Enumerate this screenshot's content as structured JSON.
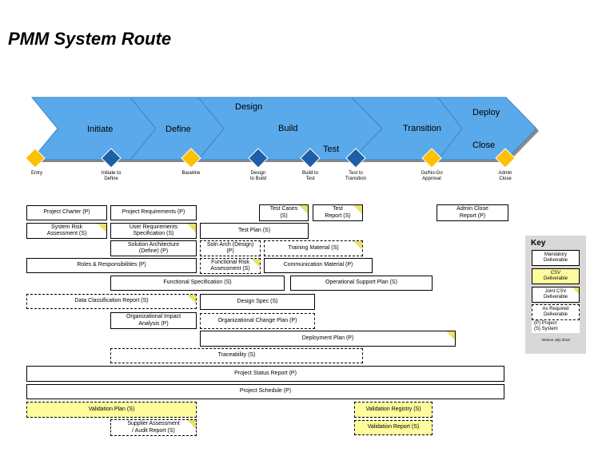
{
  "title": "PMM System Route",
  "phases": {
    "initiate": "Initiate",
    "define": "Define",
    "design": "Design",
    "build": "Build",
    "test": "Test",
    "transition": "Transition",
    "deploy": "Deploy",
    "close": "Close"
  },
  "milestones": [
    {
      "label": "Entry",
      "type": "mandatory"
    },
    {
      "label": "Initiate to\nDefine",
      "type": "system"
    },
    {
      "label": "Baseline",
      "type": "mandatory"
    },
    {
      "label": "Design\nto Build",
      "type": "system"
    },
    {
      "label": "Build to\nTest",
      "type": "system"
    },
    {
      "label": "Test to\nTransition",
      "type": "system"
    },
    {
      "label": "Go/No-Go\nApproval",
      "type": "mandatory"
    },
    {
      "label": "Admin\nClose",
      "type": "mandatory"
    }
  ],
  "deliverables": [
    {
      "label": "Project Charter (P)"
    },
    {
      "label": "Project Requirements (P)"
    },
    {
      "label": "Test Cases\n(S)"
    },
    {
      "label": "Test\nReport (S)"
    },
    {
      "label": "Admin Close\nReport (P)"
    },
    {
      "label": "System Risk\nAssessment (S)"
    },
    {
      "label": "User Requirements\nSpecification (S)"
    },
    {
      "label": "Test Plan (S)"
    },
    {
      "label": "Solution Architecture\n(Define) (P)"
    },
    {
      "label": "Soln Arch (Design)\n(P)"
    },
    {
      "label": "Training Material (S)"
    },
    {
      "label": "Roles & Responsibilities (P)"
    },
    {
      "label": "Functional Risk\nAssessment (S)"
    },
    {
      "label": "Communication Material (P)"
    },
    {
      "label": "Functional Specification (S)"
    },
    {
      "label": "Operational Support Plan (S)"
    },
    {
      "label": "Data Classification Report (S)"
    },
    {
      "label": "Design Spec (S)"
    },
    {
      "label": "Organizational Impact\nAnalysis (P)"
    },
    {
      "label": "Organizational Change Plan (P)"
    },
    {
      "label": "Deployment Plan (P)"
    },
    {
      "label": "Traceability (S)"
    },
    {
      "label": "Project Status Report (P)"
    },
    {
      "label": "Project Schedule (P)"
    },
    {
      "label": "Validation Plan (S)"
    },
    {
      "label": "Validation Registry (S)"
    },
    {
      "label": "Supplier Assessment\n/ Audit Report (S)"
    },
    {
      "label": "Validation Report (S)"
    }
  ],
  "key": {
    "title": "Key",
    "mandatory": "Mandatory\nDeliverable",
    "csv": "CSV\nDeliverable",
    "joint": "Joint CSV\nDeliverable",
    "as_required": "As Required\nDeliverable",
    "note": "(P) Project\n(S) System",
    "version": "Version July 2013"
  },
  "colors": {
    "arrow_fill": "#5aa9ea",
    "arrow_shadow": "#8a8a8a",
    "mandatory_diamond": "#ffc000",
    "system_diamond": "#1f5fa6",
    "csv_fill": "#fefc9c",
    "fold": "#e8e26a",
    "key_bg": "#d8d8d8"
  }
}
